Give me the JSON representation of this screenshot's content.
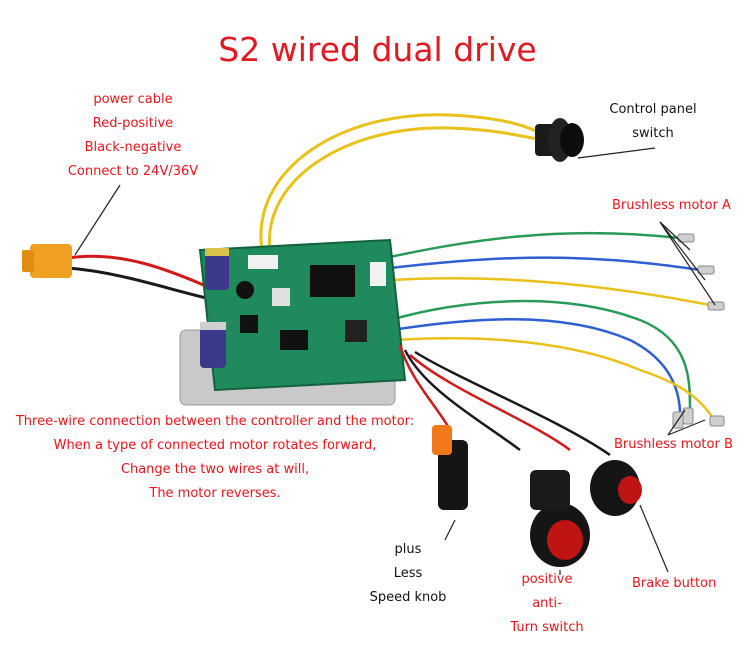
{
  "title": "S2 wired dual drive",
  "labels": {
    "power": [
      "power cable",
      "Red-positive",
      "Black-negative",
      "Connect to 24V/36V"
    ],
    "control_panel": [
      "Control panel",
      "switch"
    ],
    "motor_a": "Brushless motor A",
    "motor_b": "Brushless motor B",
    "three_wire": [
      "Three-wire connection between the controller and the motor:",
      "When a type of connected motor rotates forward,",
      "Change the two wires at will,",
      "The motor reverses."
    ],
    "speed_knob": [
      "plus",
      "Less",
      "Speed knob"
    ],
    "turn_switch": [
      "positive",
      "anti-",
      "Turn switch"
    ],
    "brake": "Brake button"
  },
  "colors": {
    "title": "#e01a22",
    "label_red": "#e8161b",
    "label_black": "#111111",
    "pcb": "#1f8a5c",
    "wire_yellow": "#e8c21a",
    "wire_green": "#2a9a5a",
    "wire_blue": "#2f5fd0",
    "wire_red": "#d11a1a",
    "connector": "#f0a020"
  }
}
